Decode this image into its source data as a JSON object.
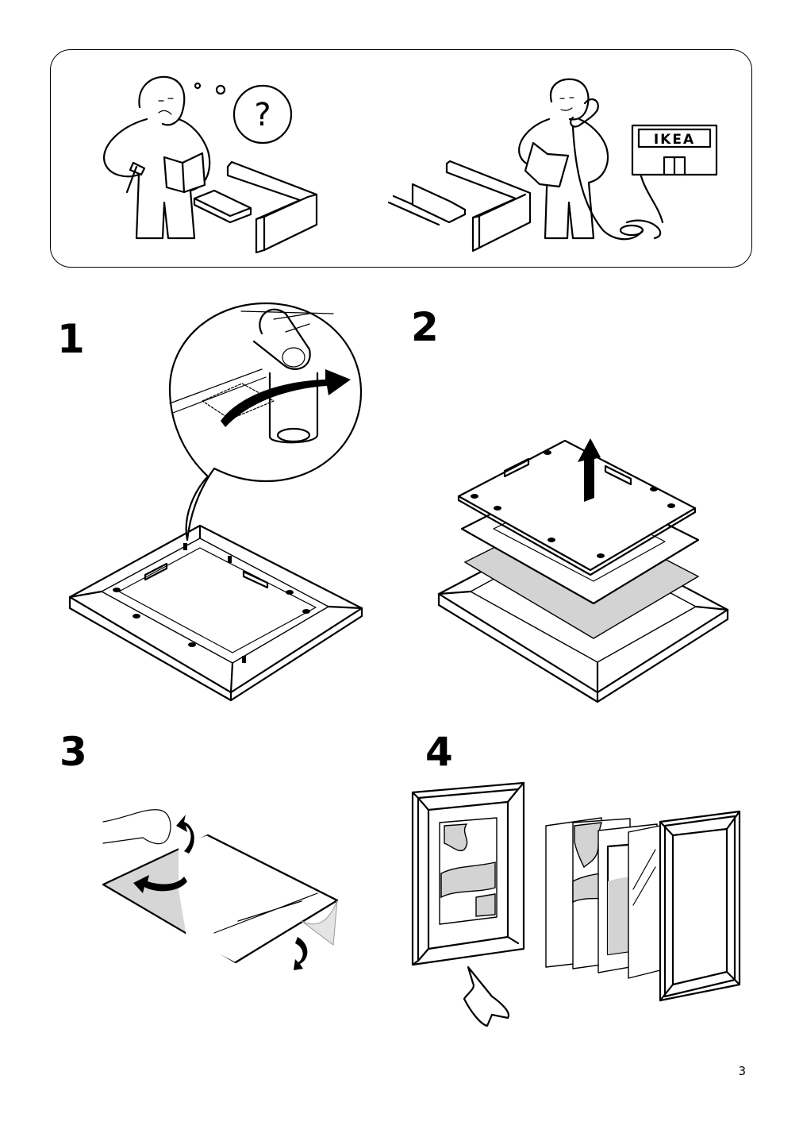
{
  "help_panel": {
    "question_mark": "?",
    "store_sign": "IKEA"
  },
  "steps": [
    {
      "number": "1"
    },
    {
      "number": "2"
    },
    {
      "number": "3"
    },
    {
      "number": "4"
    }
  ],
  "page_number": "3",
  "icons": [
    "confused-person-icon",
    "phone-call-person-icon",
    "store-icon",
    "arrow-icon",
    "finger-icon",
    "hand-icon"
  ]
}
